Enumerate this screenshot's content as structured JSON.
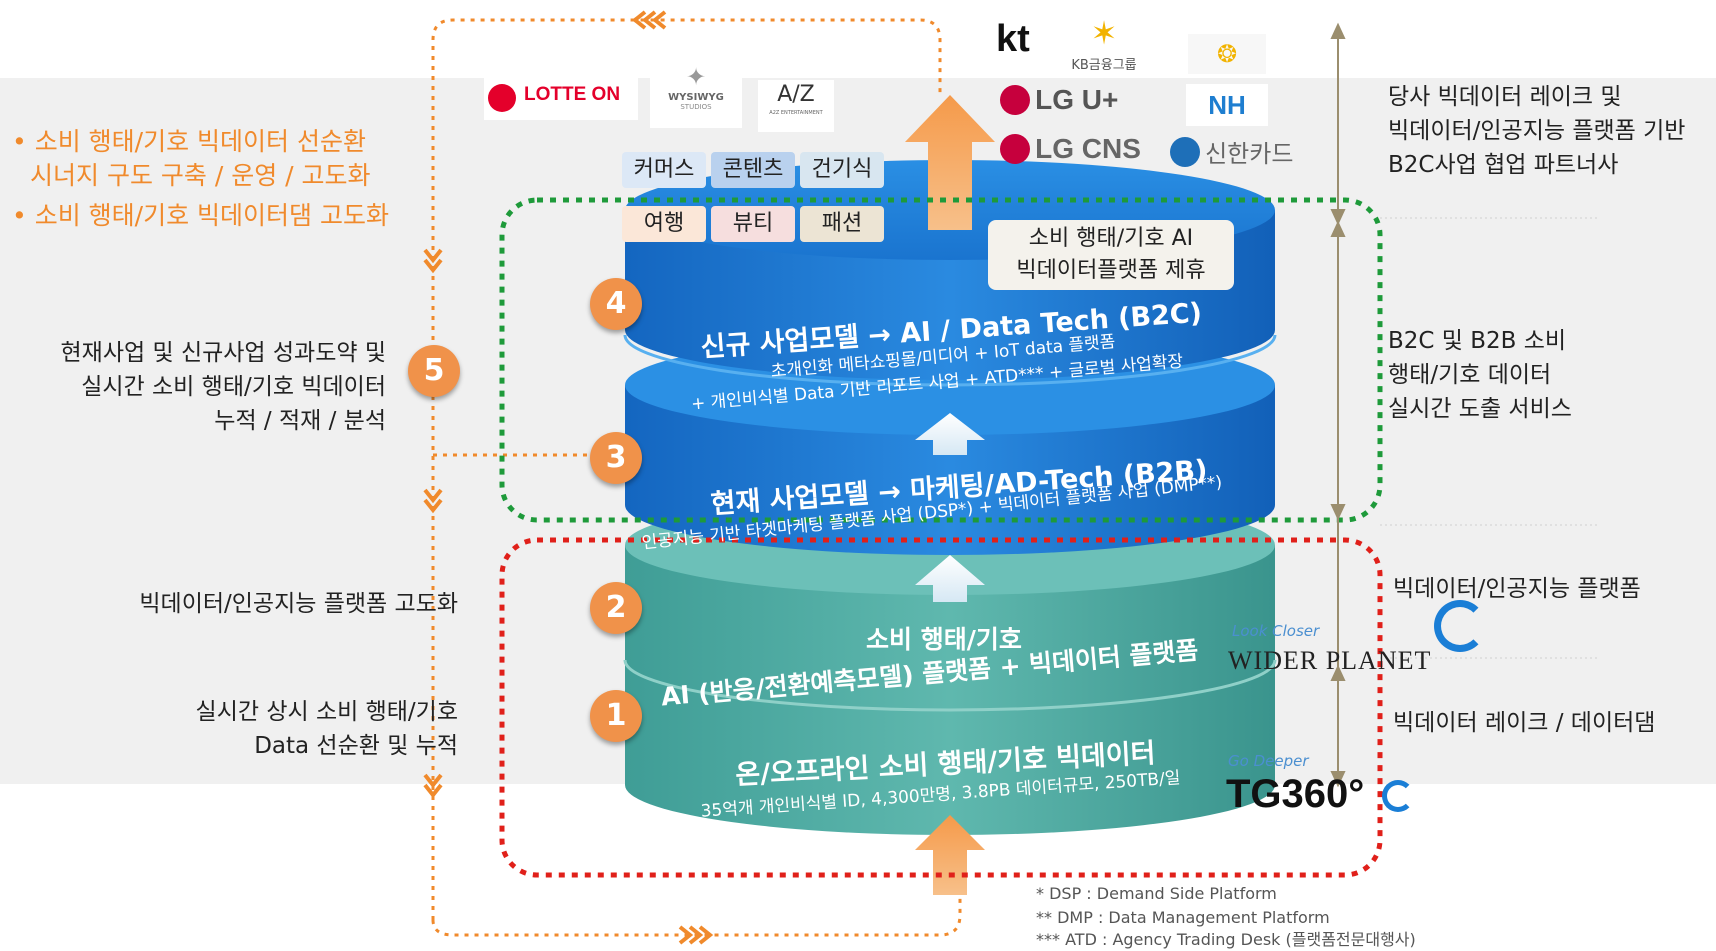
{
  "left": {
    "bullets": [
      "• 소비 행태/기호 빅데이터 선순환",
      "시너지 구도 구축 / 운영 / 고도화",
      "• 소비 행태/기호 빅데이터댐 고도화"
    ],
    "step5": [
      "현재사업 및 신규사업 성과도약 및",
      "실시간 소비 행태/기호 빅데이터",
      "누적 / 적재 / 분석"
    ],
    "platform_upgrade": "빅데이터/인공지능 플랫폼 고도화",
    "realtime": [
      "실시간 상시 소비 행태/기호",
      "Data 선순환 및 누적"
    ]
  },
  "steps": {
    "s1": "1",
    "s2": "2",
    "s3": "3",
    "s4": "4",
    "s5": "5"
  },
  "tags": {
    "row1": [
      "커머스",
      "콘텐츠",
      "건기식"
    ],
    "row2": [
      "여행",
      "뷰티",
      "패션"
    ]
  },
  "partnership_box": [
    "소비 행태/기호 AI",
    "빅데이터플랫폼 제휴"
  ],
  "layers": {
    "l4_title": "신규 사업모델 → AI / Data Tech (B2C)",
    "l4_sub1": "초개인화 메타쇼핑몰/미디어 + IoT data 플랫폼",
    "l4_sub2": "+ 개인비식별 Data 기반 리포트 사업 + ATD*** + 글로벌 사업확장",
    "l3_title": "현재 사업모델 → 마케팅/AD-Tech (B2B)",
    "l3_sub": "인공지능 기반 타겟마케팅 플랫폼 사업 (DSP*) + 빅데이터 플랫폼 사업 (DMP**)",
    "l2_title1": "소비 행태/기호",
    "l2_title2": "AI (반응/전환예측모델) 플랫폼 + 빅데이터 플랫폼",
    "l1_title": "온/오프라인 소비 행태/기호 빅데이터",
    "l1_sub": "35억개 개인비식별 ID, 4,300만명, 3.8PB 데이터규모, 250TB/일"
  },
  "partner_logos": {
    "lotte": "LOTTE ON",
    "wysiwyg": "WYSIWYG",
    "wysiwyg_sub": "STUDIOS",
    "a2z": "A2Z ENTERTAINMENT",
    "kt": "kt",
    "kb": "KB금융그룹",
    "nh": "NH",
    "lgu": "LG U+",
    "lgcns": "LG CNS",
    "shinhan": "신한카드"
  },
  "right": {
    "partners": [
      "당사 빅데이터 레이크 및",
      "빅데이터/인공지능 플랫폼 기반",
      "B2C사업 협업 파트너사"
    ],
    "b2cb2b": [
      "B2C 및 B2B 소비",
      "행태/기호 데이터",
      "실시간 도출 서비스"
    ],
    "platform": "빅데이터/인공지능 플랫폼",
    "lake": "빅데이터 레이크 / 데이터댐"
  },
  "brands": {
    "wp_tagline": "Look Closer",
    "wp_name": "WIDER PLANET",
    "tg_tagline": "Go Deeper",
    "tg_name": "TG360°"
  },
  "footnotes": [
    "* DSP : Demand Side Platform",
    "** DMP : Data Management Platform",
    "*** ATD : Agency Trading Desk (플랫폼전문대행사)"
  ],
  "colors": {
    "orange": "#f08a2c",
    "green_dash": "#1e9a3a",
    "red_dash": "#e0201a",
    "blue_layer": "#1a78d2",
    "teal_layer": "#4aa8a0"
  }
}
